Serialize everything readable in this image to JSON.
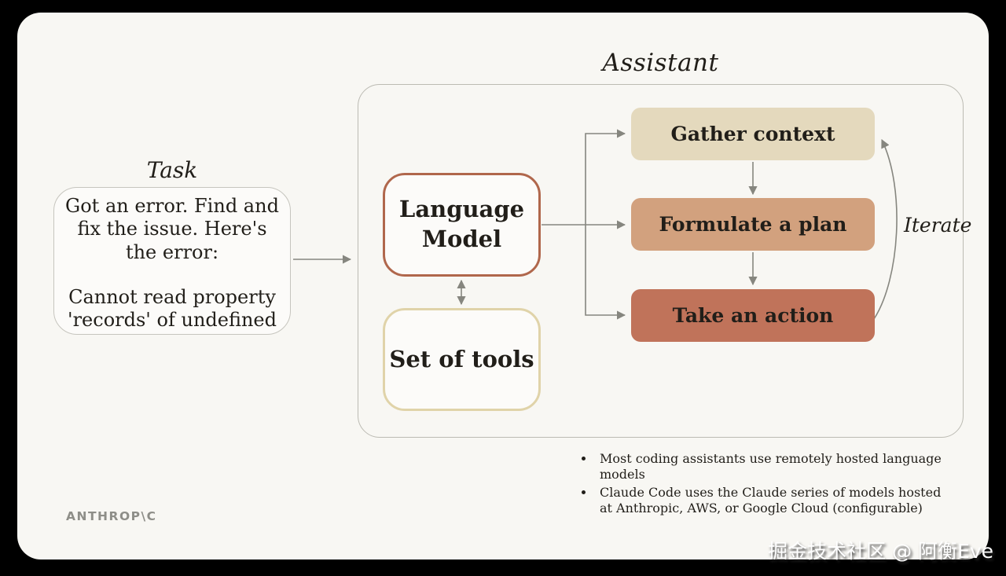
{
  "assistant": {
    "title": "Assistant"
  },
  "task": {
    "label": "Task",
    "paragraph1": "Got an error. Find and fix the issue. Here's the error:",
    "paragraph2": "Cannot read property 'records' of undefined"
  },
  "language_model": {
    "label": "Language Model"
  },
  "set_of_tools": {
    "label": "Set of tools"
  },
  "loop": {
    "steps": [
      {
        "label": "Gather context",
        "fill": "#e4d9bd"
      },
      {
        "label": "Formulate a plan",
        "fill": "#d2a17e"
      },
      {
        "label": "Take an action",
        "fill": "#c0735a"
      }
    ],
    "iterate_label": "Iterate"
  },
  "notes": {
    "bullets": [
      "Most coding assistants use remotely hosted language models",
      "Claude Code uses the Claude series of models hosted at Anthropic, AWS, or Google Cloud (configurable)"
    ]
  },
  "footer": {
    "logo": "ANTHROP\\C"
  },
  "watermark": {
    "text": "掘金技术社区 @ 阿衡Eve"
  },
  "colors": {
    "canvas": "#000000",
    "slide_bg": "#f8f7f3",
    "panel_bg": "#fcfbf9",
    "container_border": "#bcbbb3",
    "task_border": "#c6c5be",
    "lm_border": "#b0674c",
    "tools_border": "#e0d3a9",
    "arrow": "#86867f",
    "text": "#211e19",
    "logo": "#8e8e88"
  }
}
